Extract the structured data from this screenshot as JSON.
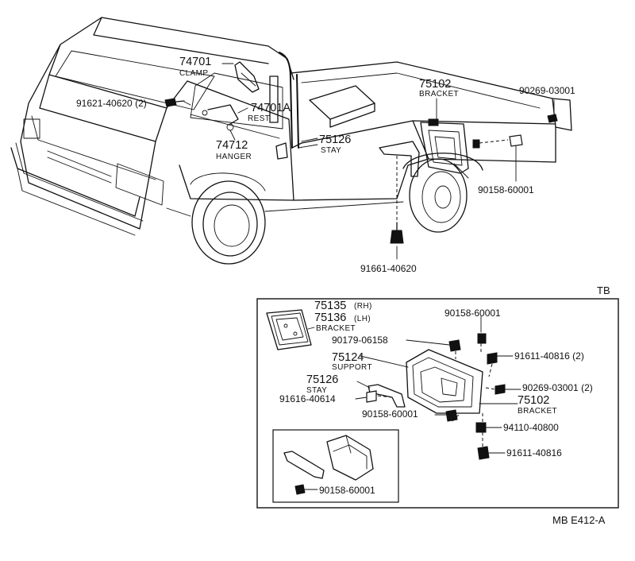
{
  "diagram": {
    "main_labels": {
      "p74701": "74701",
      "clamp": "CLAMP",
      "p91621": "91621-40620 (2)",
      "p74701A": "74701A",
      "rest": "REST",
      "p74712": "74712",
      "hanger": "HANGER",
      "p75126": "75126",
      "stay": "STAY",
      "p75102": "75102",
      "bracket": "BRACKET",
      "p90269": "90269-03001",
      "p90158": "90158-60001",
      "p91661": "91661-40620"
    },
    "inset": {
      "variant": "TB",
      "p75135": "75135",
      "rh": "(RH)",
      "p75136": "75136",
      "lh": "(LH)",
      "bracket_a": "BRACKET",
      "p90158_top": "90158-60001",
      "p90179": "90179-06158",
      "p91611_2": "91611-40816 (2)",
      "p75124": "75124",
      "support": "SUPPORT",
      "p75126": "75126",
      "stay": "STAY",
      "p90269_2": "90269-03001 (2)",
      "p91616": "91616-40614",
      "p75102": "75102",
      "bracket_b": "BRACKET",
      "p90158_mid": "90158-60001",
      "p94110": "94110-40800",
      "p91611": "91611-40816",
      "p90158_sub": "90158-60001"
    },
    "code": "MB E412-A"
  }
}
